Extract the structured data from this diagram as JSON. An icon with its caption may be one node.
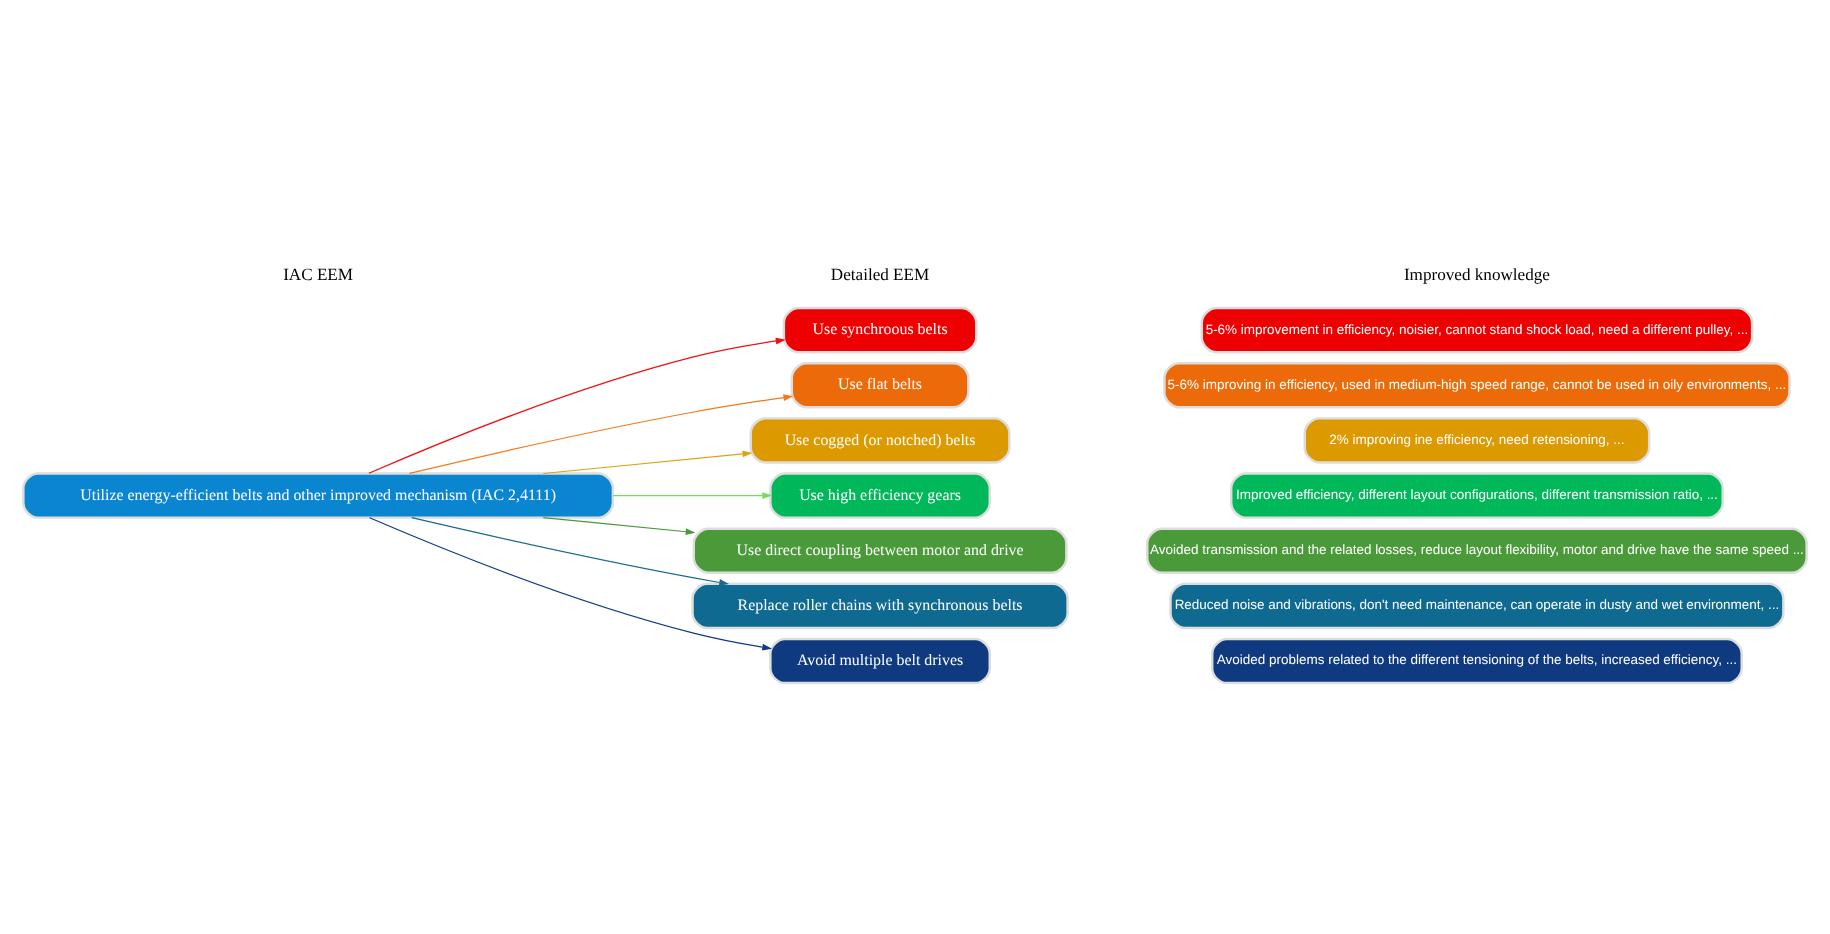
{
  "diagram": {
    "nodes": [
      {
        "text": [
          "Utilize energy-efficient belts and other improved mechanism (IAC 2,4111)"
        ]
      },
      {
        "text": [
          "Use synchroous belts"
        ]
      },
      {
        "text": [
          "Use flat belts"
        ]
      },
      {
        "text": [
          "Use cogged (or notched) belts"
        ]
      },
      {
        "text": [
          "Use high efficiency gears"
        ]
      },
      {
        "text": [
          "Use direct coupling between motor and drive"
        ]
      },
      {
        "text": [
          "Replace roller chains with synchronous belts"
        ]
      },
      {
        "text": [
          "Avoid multiple belt drives"
        ]
      },
      {
        "text": [
          "5-6% improvement in efficiency, noisier, cannot stand shock load, need a different pulley, ..."
        ]
      },
      {
        "text": [
          "5-6% improving in efficiency, used in medium-high speed range, cannot be used in oily environments, ..."
        ]
      },
      {
        "text": [
          "2% improving ine efficiency, need retensioning, ..."
        ]
      },
      {
        "text": [
          "Improved efficiency, different layout configurations, different transmission ratio, ..."
        ]
      },
      {
        "text": [
          "Avoided transmission and the related losses, reduce layout flexibility, motor and drive have the same speed ..."
        ]
      },
      {
        "text": [
          "Reduced noise and vibrations, don't need maintenance, can operate in dusty and wet environment, ..."
        ]
      },
      {
        "text": [
          "Avoided problems related to the different tensioning of the belts, increased efficiency, ..."
        ]
      }
    ],
    "edges": [
      {
        "from": 0,
        "to": 1,
        "arrow": "to",
        "color": "#ee1111"
      },
      {
        "from": 0,
        "to": 2,
        "arrow": "to",
        "color": "#f07a1a"
      },
      {
        "from": 0,
        "to": 3,
        "arrow": "to",
        "color": "#e0a010"
      },
      {
        "from": 0,
        "to": 4,
        "arrow": "to",
        "color": "#77dd55"
      },
      {
        "from": 0,
        "to": 5,
        "arrow": "to",
        "color": "#4a9a3a"
      },
      {
        "from": 0,
        "to": 6,
        "arrow": "to",
        "color": "#1a6a90"
      },
      {
        "from": 0,
        "to": 7,
        "arrow": "to",
        "color": "#123a80"
      }
    ],
    "labels": [
      "IAC EEM",
      "Detailed EEM",
      "Improved knowledge"
    ]
  }
}
